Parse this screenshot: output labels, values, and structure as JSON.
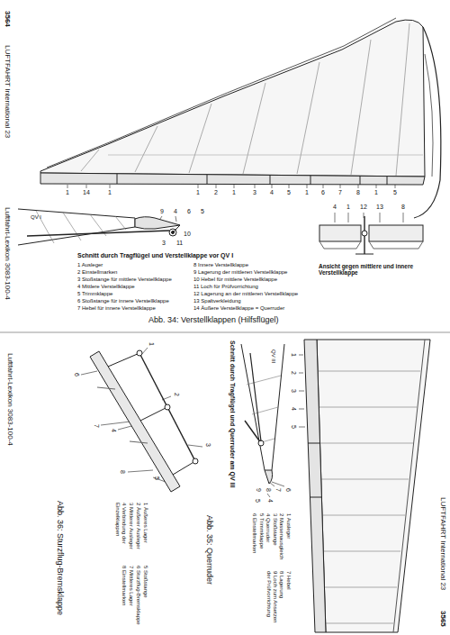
{
  "diagram": {
    "labels": [
      "3564",
      "LUFTFAHRT International 23",
      "Luftfahrt-Lexikon 3083-100-4",
      "1",
      "14",
      "1",
      "1",
      "2",
      "1",
      "3",
      "4",
      "5",
      "1",
      "6",
      "7",
      "8",
      "1",
      "5",
      "QV I",
      "9",
      "4",
      "6",
      "5",
      "3",
      "11",
      "10",
      "4",
      "1",
      "12",
      "13",
      "8",
      "Schnitt durch Tragflügel und Verstellklappe vor QV I",
      "1 Ausleger",
      "2 Einstellmarken",
      "3 Stoßstange für mittlere Verstellklappe",
      "4 Mittlere Verstellklappe",
      "5 Trimmklappe",
      "6 Stoßstange für innere Verstellklappe",
      "7 Hebel für innere Verstellklappe",
      "8 Innere Verstellklappe",
      "9 Lagerung der mittleren Verstellklappe",
      "10 Hebel für mittlere Verstellklappe",
      "11 Loch für Prüfvorrichtung",
      "12 Lagerung an der mittleren Verstellklappe",
      "13 Spaltverkleidung",
      "14 Äußere Verstellklappe = Querruder",
      "Ansicht gegen mittlere und innere Verstellklappe",
      "Abb. 34: Verstellklappen (Hilfsflügel)",
      "Luftfahrt-Lexikon 3083-100-4",
      "LUFTFAHRT International 23",
      "3565",
      "Schnitt durch Tragflügel und Querruder am QV III",
      "Abb. 35: Querruder",
      "1 Ausleger",
      "2 Massenausgleich",
      "3 Stoßstange",
      "4 Querruder",
      "5 Trimmklappe",
      "6 Einstellmarken",
      "7 Hebel",
      "8 Lagerung",
      "9 Loch zum Ansetzen der Prüfvorrichtung",
      "1",
      "2",
      "3",
      "4",
      "5",
      "QV III",
      "6",
      "7",
      "8",
      "9",
      "4",
      "5",
      "Abb. 36: Sturzflug-Bremsklappe",
      "1 Äußeres Lager",
      "2 Äußerer Ausleger",
      "3 Mittlerer Ausleger",
      "4 Verbindung der Einzelklappen",
      "5 Stoßstange",
      "6 Sturzflug-Bremsklappe",
      "7 Mittleres Lager",
      "8 Einstellmarken",
      "1",
      "2",
      "3",
      "4",
      "5",
      "6",
      "7",
      "8"
    ]
  }
}
